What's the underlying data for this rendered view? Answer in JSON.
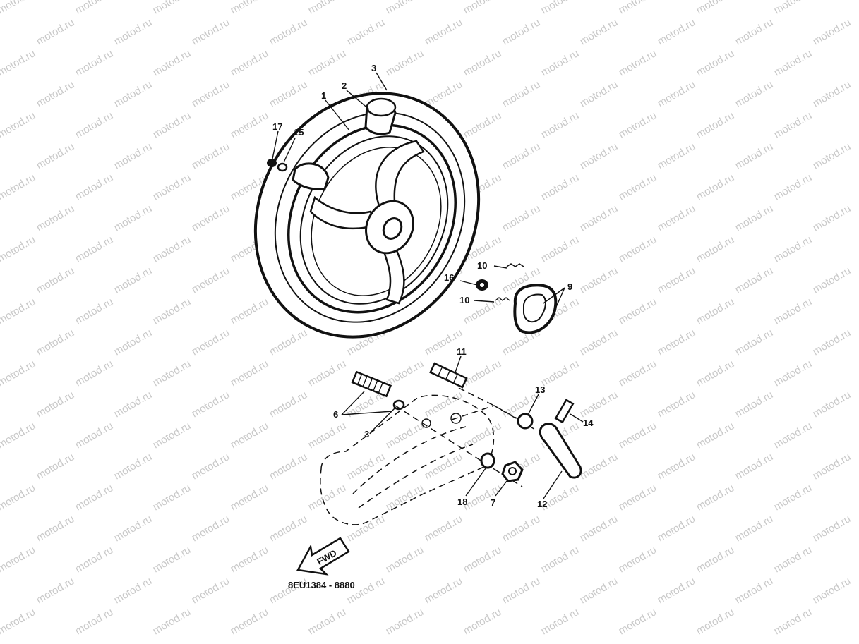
{
  "watermark": "motod.ru",
  "fwd_label": "FWD",
  "figure_code": "8EU1384 - 8880",
  "callouts": [
    "1",
    "2",
    "3",
    "17",
    "15",
    "10",
    "16",
    "10",
    "9",
    "11",
    "13",
    "6",
    "3",
    "14",
    "18",
    "7",
    "12"
  ]
}
